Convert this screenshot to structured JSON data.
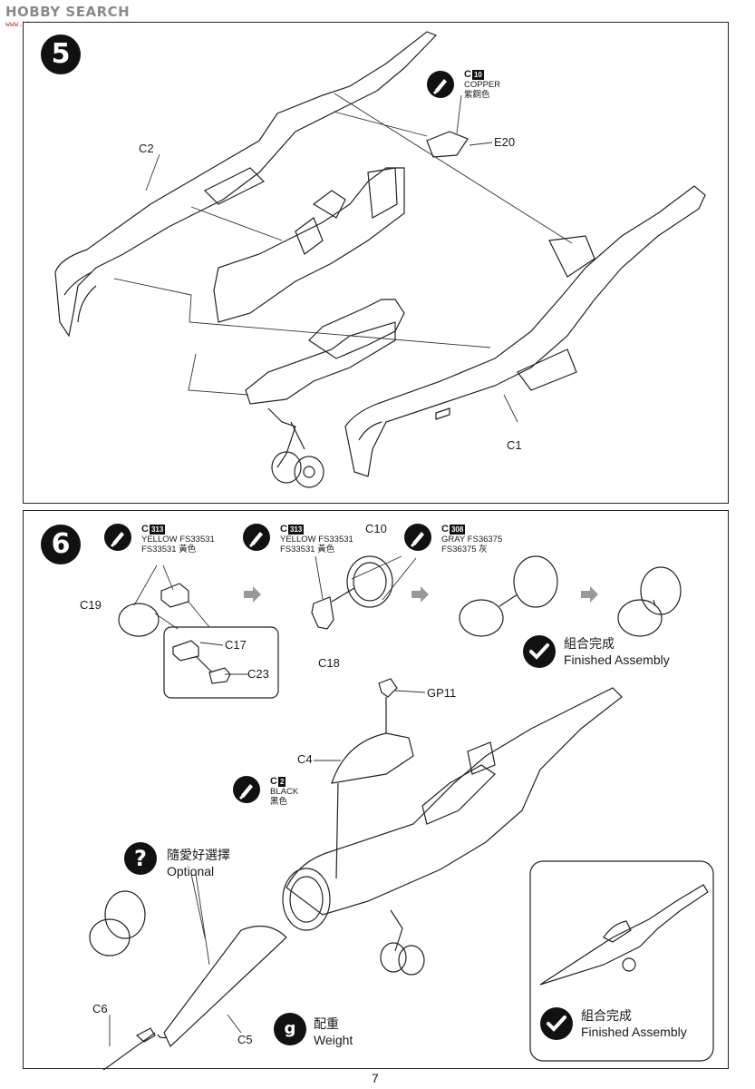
{
  "watermark": {
    "text": "HOBBY SEARCH",
    "url": "www.shou.com"
  },
  "page_number": "7",
  "step5": {
    "number": "5",
    "paint": {
      "code": "C",
      "badge": "10",
      "name": "COPPER",
      "name_cn": "紫銅色"
    },
    "labels": {
      "c2": "C2",
      "c1": "C1",
      "e20": "E20"
    }
  },
  "step6": {
    "number": "6",
    "paints": [
      {
        "code": "C",
        "badge": "313",
        "line1": "YELLOW FS33531",
        "line2": "FS33531 黃色"
      },
      {
        "code": "C",
        "badge": "313",
        "line1": "YELLOW FS33531",
        "line2": "FS33531 黃色"
      },
      {
        "code": "C",
        "badge": "308",
        "line1": "GRAY FS36375",
        "line2": "FS36375 灰"
      },
      {
        "code": "C",
        "badge": "2",
        "line1": "BLACK",
        "line2": "黑色"
      }
    ],
    "labels": {
      "c19": "C19",
      "c10": "C10",
      "c18": "C18",
      "c17": "C17",
      "c23": "C23",
      "gp11": "GP11",
      "c4": "C4",
      "c6": "C6",
      "c5": "C5"
    },
    "finished_top": {
      "cn": "組合完成",
      "en": "Finished Assembly"
    },
    "finished_bottom": {
      "cn": "組合完成",
      "en": "Finished Assembly"
    },
    "optional": {
      "cn": "隨愛好選擇",
      "en": "Optional"
    },
    "weight": {
      "cn": "配重",
      "en": "Weight",
      "symbol": "g"
    }
  }
}
